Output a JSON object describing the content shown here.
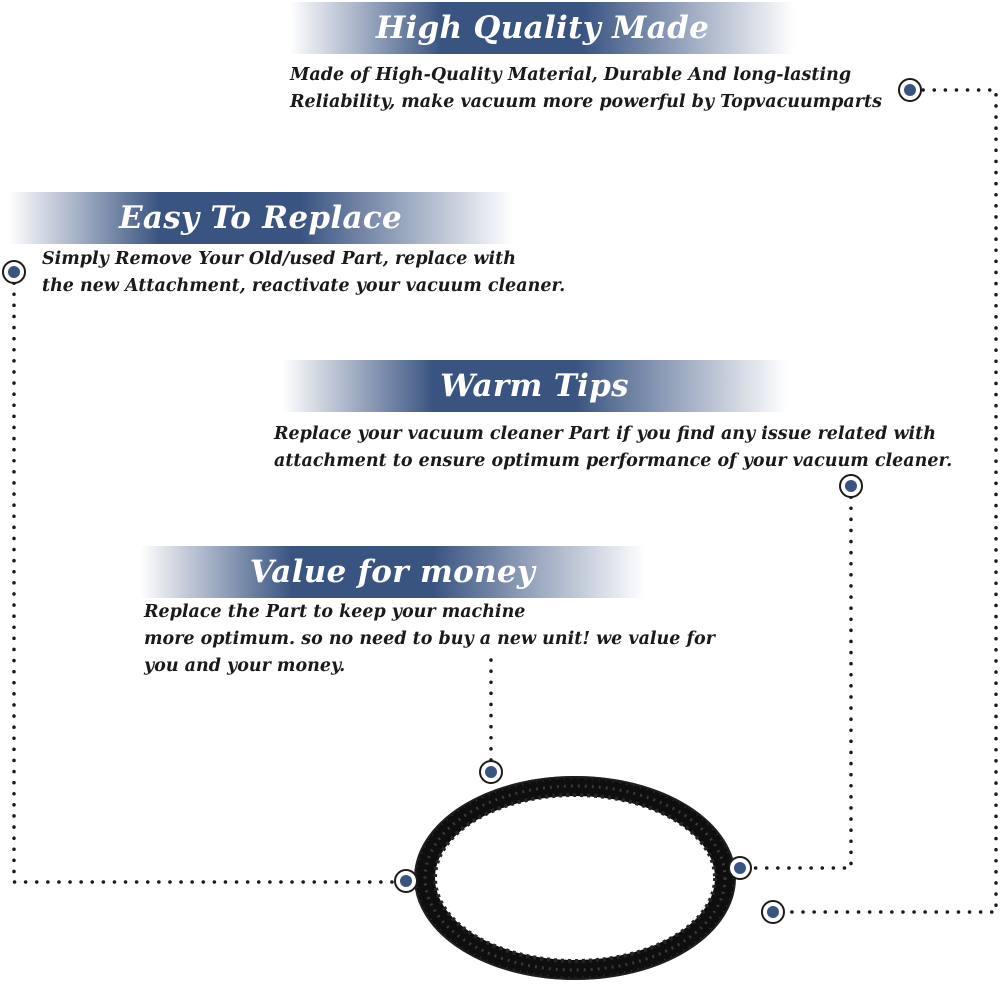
{
  "sections": [
    {
      "title": "High Quality Made",
      "lines": [
        "Made of  High-Quality Material, Durable And long-lasting",
        "Reliability, make vacuum more powerful by Topvacuumparts"
      ]
    },
    {
      "title": "Easy To Replace",
      "lines": [
        "Simply Remove Your Old/used Part, replace with",
        "the new Attachment, reactivate your vacuum cleaner."
      ]
    },
    {
      "title": "Warm Tips",
      "lines": [
        "Replace your vacuum cleaner Part if you find any issue related with",
        " attachment to ensure optimum performance of your vacuum cleaner."
      ]
    },
    {
      "title": "Value for money",
      "lines": [
        "Replace the Part to keep your machine",
        "more optimum. so no need to buy a new unit! we value for",
        "you and your money."
      ]
    }
  ],
  "colors": {
    "banner": "#3a5482",
    "marker": "#3a5482",
    "belt": "#151515",
    "dots": "#1a1a1a",
    "text": "#1a1a1a"
  },
  "product_icon": "drive-belt-icon"
}
